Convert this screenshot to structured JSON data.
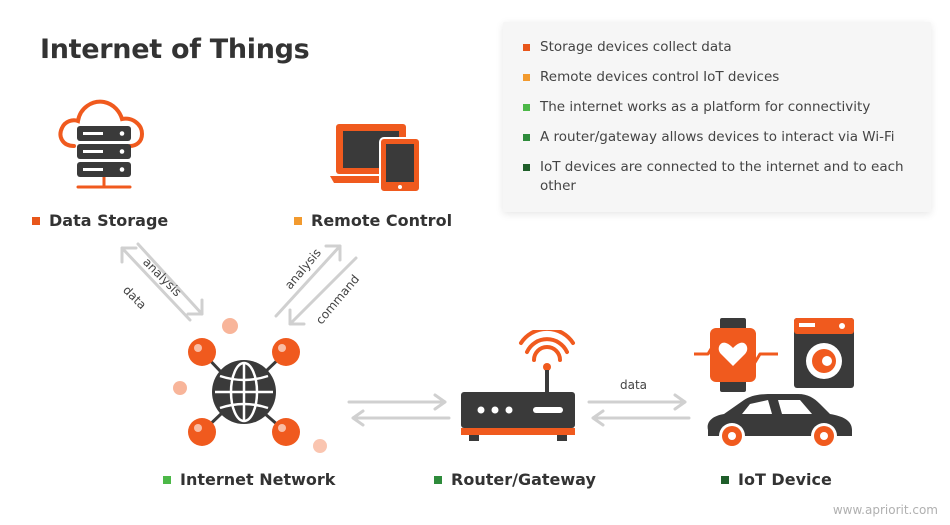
{
  "title": "Internet of Things",
  "legend": [
    {
      "text": "Storage devices collect data",
      "color": "#e8561a"
    },
    {
      "text": "Remote devices control IoT devices",
      "color": "#f29a2e"
    },
    {
      "text": "The internet works as a platform for connectivity",
      "color": "#4cb848"
    },
    {
      "text": "A router/gateway allows devices to interact via Wi-Fi",
      "color": "#2e8b3b"
    },
    {
      "text": "IoT devices are connected to the internet and to each other",
      "color": "#1f5e2a"
    }
  ],
  "nodes": {
    "storage": {
      "label": "Data Storage",
      "color": "#e8561a"
    },
    "remote": {
      "label": "Remote Control",
      "color": "#f29a2e"
    },
    "internet": {
      "label": "Internet Network",
      "color": "#4cb848"
    },
    "router": {
      "label": "Router/Gateway",
      "color": "#2e8b3b"
    },
    "iot": {
      "label": "IoT Device",
      "color": "#1f5e2a"
    }
  },
  "edges": {
    "storage_up": "analysis",
    "storage_down": "data",
    "remote_up": "analysis",
    "remote_down": "command",
    "router_iot": "data"
  },
  "colors": {
    "orange": "#f05a1e",
    "dark": "#3a3a3a",
    "arrow": "#d0d0d0"
  },
  "watermark": "www.apriorit.com"
}
